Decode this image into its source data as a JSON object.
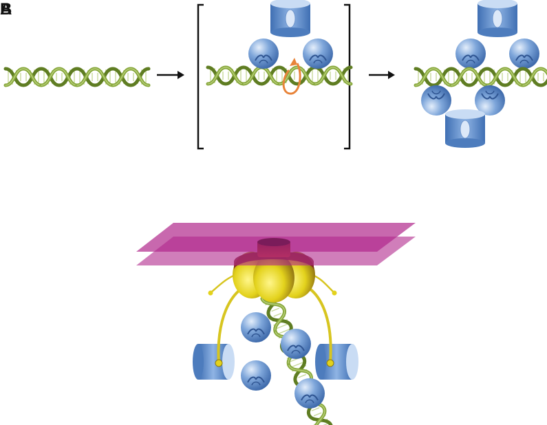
{
  "panels": {
    "a": {
      "label": "A"
    },
    "b": {
      "label": "B"
    }
  },
  "colors": {
    "dna": "#6b8a2a",
    "dna_light": "#a6bf5e",
    "protein_blue": "#4f82c4",
    "protein_light": "#bcd4f0",
    "loop": "#e8843a",
    "membrane": "#b0288c",
    "motor_yellow": "#e3d21c",
    "motor_dark": "#8a1e2a",
    "arrow": "#111111"
  },
  "icons": {
    "arrow": "right-arrow-icon",
    "bracket": "square-bracket",
    "dna": "dna-double-helix",
    "protein": "dimeric-protein-clamp"
  }
}
